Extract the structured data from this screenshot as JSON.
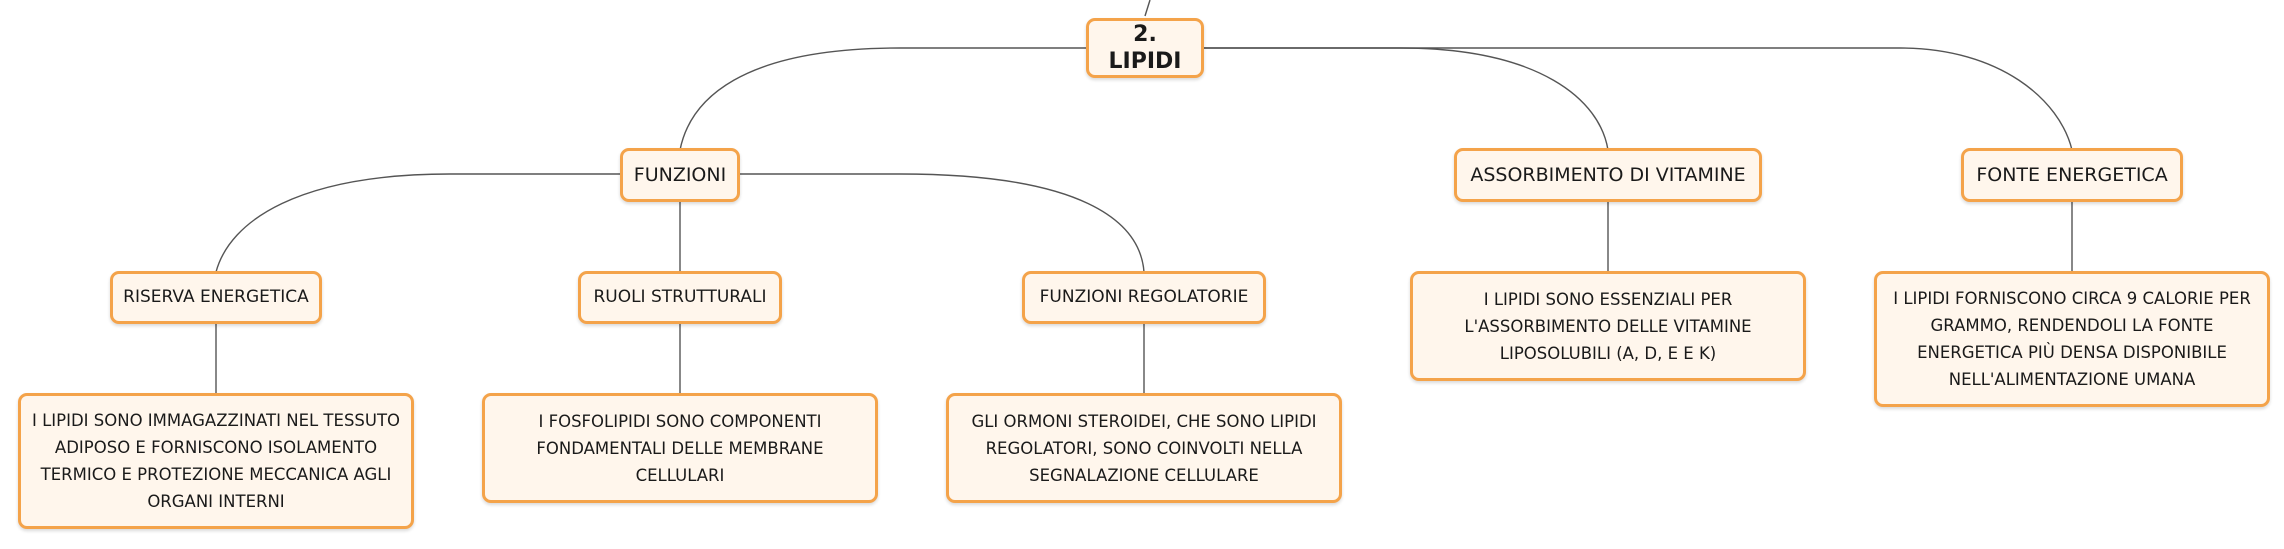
{
  "mindmap": {
    "root": {
      "label": "2. LIPIDI"
    },
    "categories": {
      "funzioni": {
        "label": "FUNZIONI"
      },
      "assorbimento": {
        "label": "ASSORBIMENTO DI VITAMINE"
      },
      "fonte": {
        "label": "FONTE ENERGETICA"
      }
    },
    "subtopics": {
      "riserva": {
        "label": "RISERVA ENERGETICA"
      },
      "ruoli": {
        "label": "RUOLI STRUTTURALI"
      },
      "regolatorie": {
        "label": "FUNZIONI REGOLATORIE"
      }
    },
    "descriptions": {
      "riserva": "I LIPIDI SONO IMMAGAZZINATI NEL TESSUTO ADIPOSO E FORNISCONO ISOLAMENTO TERMICO E PROTEZIONE MECCANICA AGLI ORGANI INTERNI",
      "ruoli": "I FOSFOLIPIDI SONO COMPONENTI FONDAMENTALI DELLE MEMBRANE CELLULARI",
      "regolatorie": "GLI ORMONI STEROIDEI, CHE SONO LIPIDI REGOLATORI, SONO COINVOLTI NELLA SEGNALAZIONE CELLULARE",
      "assorbimento": "I LIPIDI SONO ESSENZIALI PER L'ASSORBIMENTO DELLE VITAMINE LIPOSOLUBILI (A, D, E E K)",
      "fonte": "I LIPIDI FORNISCONO CIRCA 9 CALORIE PER GRAMMO, RENDENDOLI LA FONTE ENERGETICA PIÙ DENSA DISPONIBILE NELL'ALIMENTAZIONE UMANA"
    }
  },
  "colors": {
    "node_border": "#f4a34a",
    "node_fill": "#fff6ec",
    "connector": "#555555"
  }
}
